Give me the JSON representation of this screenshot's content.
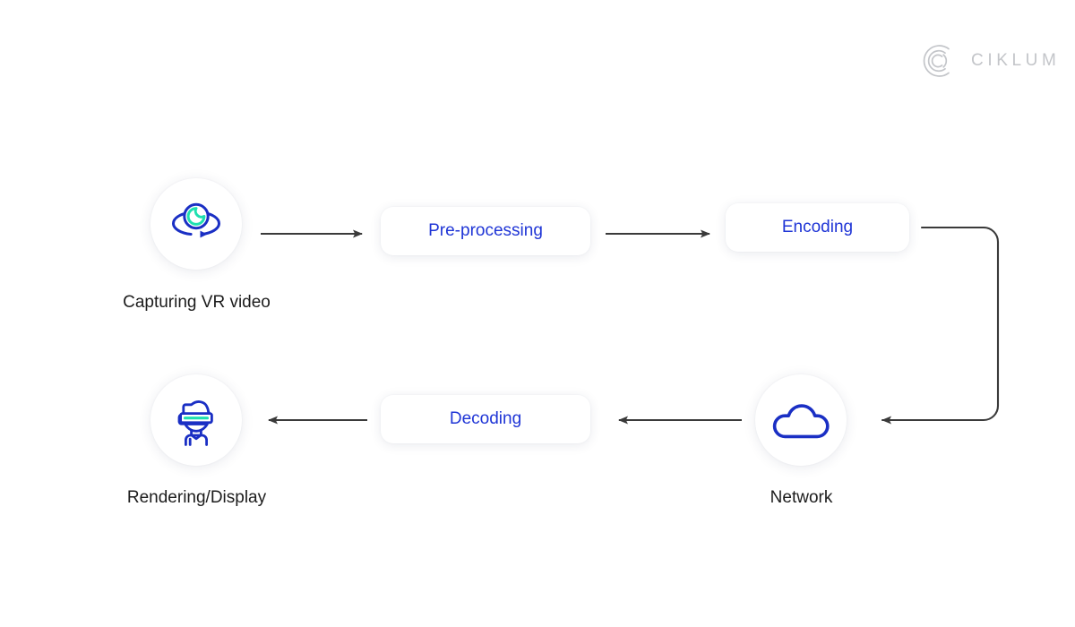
{
  "brand": {
    "name": "CIKLUM",
    "mark_icon": "ciklum-concentric-c-logo-icon",
    "mark_color": "#c3c5c9",
    "word_color": "#c3c5c9"
  },
  "theme": {
    "background": "#ffffff",
    "primary_blue": "#1a2fc4",
    "pill_text_blue": "#1f35d6",
    "accent_teal": "#1fe0b0",
    "arrow_gray": "#3a3a3a",
    "caption_text": "#1c1c1c"
  },
  "diagram": {
    "type": "flow-diagram",
    "title_visible": false,
    "nodes": [
      {
        "id": "capture",
        "kind": "icon-node",
        "caption": "Capturing VR video",
        "icon": "vr-360-camera-orbit-icon"
      },
      {
        "id": "preprocessing",
        "kind": "pill",
        "label": "Pre-processing"
      },
      {
        "id": "encoding",
        "kind": "pill",
        "label": "Encoding"
      },
      {
        "id": "network",
        "kind": "icon-node",
        "caption": "Network",
        "icon": "cloud-icon"
      },
      {
        "id": "decoding",
        "kind": "pill",
        "label": "Decoding"
      },
      {
        "id": "rendering",
        "kind": "icon-node",
        "caption": "Rendering/Display",
        "icon": "vr-headset-person-icon"
      }
    ],
    "edges": [
      {
        "id": "e1",
        "from": "capture",
        "to": "preprocessing",
        "style": "straight-arrow",
        "direction": "right"
      },
      {
        "id": "e2",
        "from": "preprocessing",
        "to": "encoding",
        "style": "straight-arrow",
        "direction": "right"
      },
      {
        "id": "e3",
        "from": "encoding",
        "to": "network",
        "style": "rounded-elbow-arrow",
        "direction": "down-then-left"
      },
      {
        "id": "e4",
        "from": "network",
        "to": "decoding",
        "style": "straight-arrow",
        "direction": "left"
      },
      {
        "id": "e5",
        "from": "decoding",
        "to": "rendering",
        "style": "straight-arrow",
        "direction": "left"
      }
    ]
  }
}
